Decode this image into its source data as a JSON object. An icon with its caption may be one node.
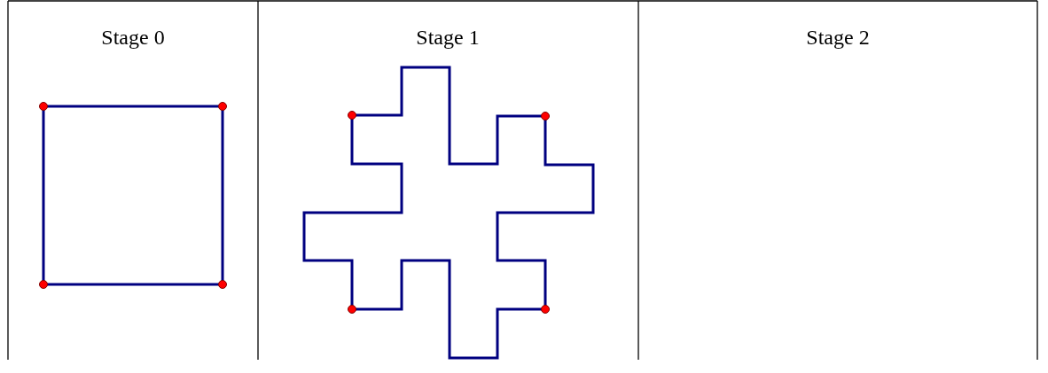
{
  "diagram": {
    "labels": [
      "Stage 0",
      "Stage 1",
      "Stage 2"
    ]
  }
}
